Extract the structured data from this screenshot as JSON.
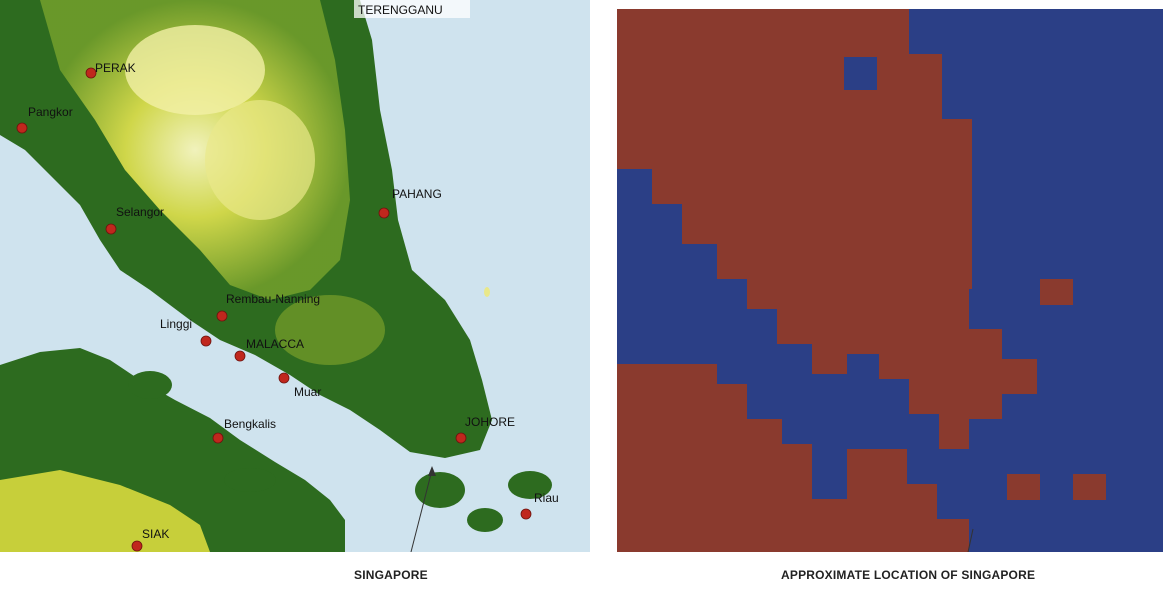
{
  "map": {
    "places": {
      "terengganu": "TERENGGANU",
      "perak": "PERAK",
      "pangkor": "Pangkor",
      "pahang": "PAHANG",
      "selangor": "Selangor",
      "rembau": "Rembau-Nanning",
      "linggi": "Linggi",
      "malacca": "MALACCA",
      "muar": "Muar",
      "johore": "JOHORE",
      "bengkalis": "Bengkalis",
      "riau": "Riau",
      "siak": "SIAK"
    },
    "colors": {
      "sea": "#cfe3ee",
      "lowland": "#2d6b1f",
      "highland": "#c7cf3a",
      "peak": "#f5f3a8",
      "marker": "#c0271d"
    }
  },
  "grid": {
    "colors": {
      "land": "#8a3a2e",
      "water": "#2b3f86"
    }
  },
  "captions": {
    "left": "SINGAPORE",
    "right": "APPROXIMATE LOCATION OF SINGAPORE"
  }
}
